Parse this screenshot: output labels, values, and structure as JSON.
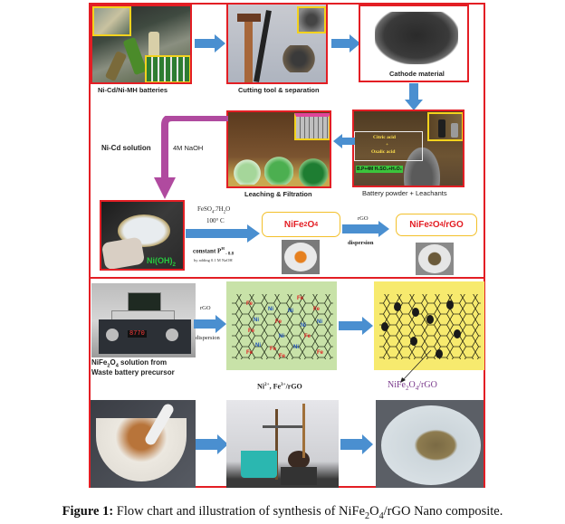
{
  "figure": {
    "caption_label": "Figure 1:",
    "caption_text_pre": "Flow chart and illustration of synthesis of NiFe",
    "caption_sub1": "2",
    "caption_text_mid": "O",
    "caption_sub2": "4",
    "caption_text_post": "/rGO Nano composite."
  },
  "steps": {
    "batteries": "Ni-Cd/Ni-MH batteries",
    "cutting": "Cutting tool & separation",
    "cathode": "Cathode material",
    "leachants": "Battery powder + Leachants",
    "leaching": "Leaching & Filtration",
    "nicd_solution": "Ni-Cd solution",
    "naoh": "4M NaOH",
    "nioh2": "Ni(OH)",
    "nioh2_sub": "2"
  },
  "leachant_labels": {
    "citric": "Citric acid",
    "plus": "+",
    "oxalic": "Oxalic acid",
    "bp_mix": "B.P+4M H₂SO₄+H₂O₂",
    "h2o2": "H₂O₂"
  },
  "reaction": {
    "reagent": "FeSO",
    "reagent_sub": "4",
    "reagent_tail": ".7H",
    "reagent_sub2": "2",
    "reagent_end": "O",
    "temp": "100° C",
    "ph_label": "constant P",
    "ph_sup": "H",
    "ph_val": " - 8.8",
    "ph_note": "by adding 0.1 M NaOH",
    "rgo": "rGO",
    "dispersion": "dispersion"
  },
  "products": {
    "p1_main": "NiFe",
    "p1_sub": "2",
    "p1_o": "O",
    "p1_sub2": "4",
    "p2_main": "NiFe",
    "p2_sub": "2",
    "p2_o": "O",
    "p2_sub2": "4",
    "p2_tail": "/rGO"
  },
  "lower": {
    "solution_line1_a": "NiFe",
    "solution_line1_sub": "2",
    "solution_line1_b": "O",
    "solution_line1_sub2": "4",
    "solution_line1_c": " solution from",
    "solution_line2": "Waste battery precursor",
    "rgo": "rGO",
    "dispersion": "dispersion",
    "ions_label_a": "Ni",
    "ions_sup1": "2+",
    "ions_label_b": ", Fe",
    "ions_sup2": "3+",
    "ions_label_c": "/rGO",
    "composite_a": "NiFe",
    "composite_sub": "2",
    "composite_b": "O",
    "composite_sub2": "4",
    "composite_c": "/rGO",
    "hotplate_display": "8770"
  },
  "colors": {
    "frame": "#e31e24",
    "inset": "#f3d21d",
    "arrow_blue": "#4a8fd0",
    "arrow_magenta": "#b04a9f",
    "green_panel": "#c8e2a8",
    "yellow_panel": "#f7ea6e",
    "composite_text": "#7a3a8c"
  }
}
